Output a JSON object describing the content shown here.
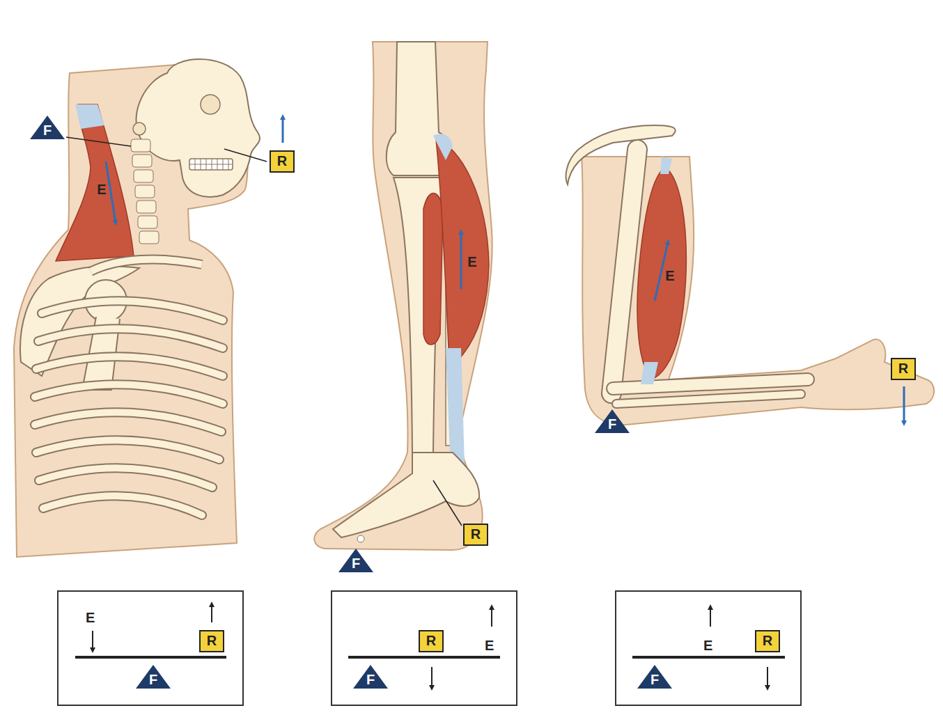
{
  "diagram": {
    "nodes": [
      {
        "text": [
          "F"
        ]
      },
      {
        "text": [
          "R"
        ]
      },
      {
        "text": [
          "R"
        ]
      },
      {
        "text": [
          "F"
        ]
      },
      {
        "text": [
          "R"
        ]
      },
      {
        "text": [
          "F"
        ]
      },
      {
        "text": [
          "E"
        ]
      },
      {
        "text": [
          "R"
        ],
        "in": 6
      },
      {
        "text": [
          "F"
        ],
        "in": 6
      },
      {
        "text": [
          "E"
        ]
      },
      {
        "text": [
          "R"
        ],
        "in": 9
      },
      {
        "text": [
          "F"
        ],
        "in": 9
      },
      {
        "text": [
          "E"
        ]
      },
      {
        "text": [
          "R"
        ],
        "in": 12
      },
      {
        "text": [
          "F"
        ],
        "in": 12
      }
    ],
    "labels": [
      "E",
      "E",
      "E"
    ]
  }
}
